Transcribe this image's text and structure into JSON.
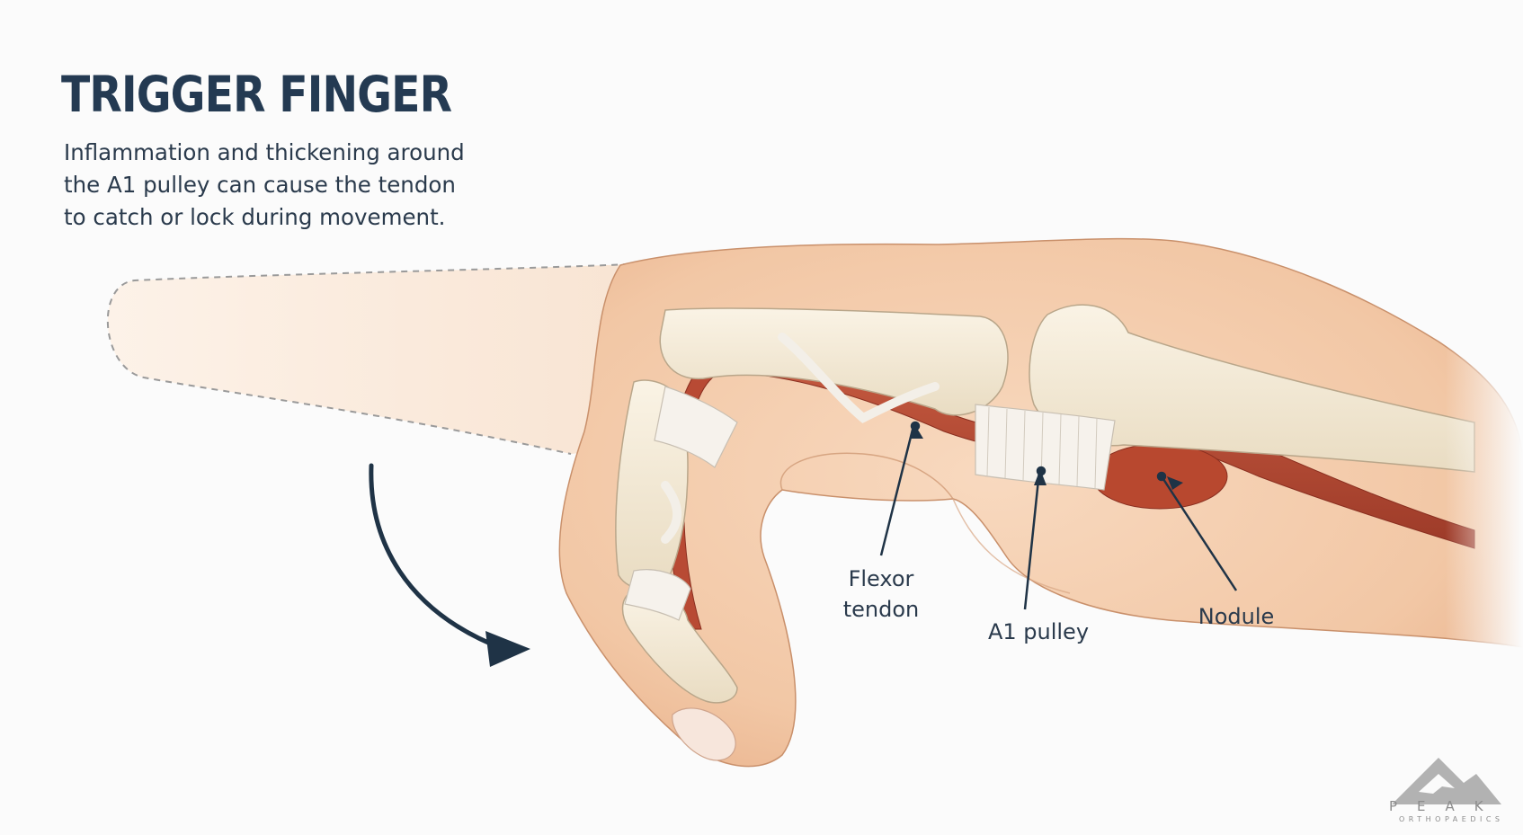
{
  "header": {
    "title": "TRIGGER FINGER",
    "subtitle_lines": [
      "Inflammation and thickening around",
      "the A1 pulley can cause the tendon",
      "to catch or lock during movement."
    ]
  },
  "labels": {
    "flexor_tendon": [
      "Flexor",
      "tendon"
    ],
    "a1_pulley": "A1 pulley",
    "nodule": "Nodule"
  },
  "logo": {
    "name": "PEAK",
    "tagline": "ORTHOPAEDICS"
  },
  "colors": {
    "title": "#243a52",
    "text": "#2a3a4c",
    "arrow": "#1f3346",
    "skin": "#f2c9a8",
    "bone": "#f3e9d5",
    "tendon": "#b84a34",
    "ligament": "#f6f3ee"
  },
  "icons": {
    "motion_arrow": "curved-arrow-icon",
    "logo_mark": "mountain-logo-icon"
  }
}
